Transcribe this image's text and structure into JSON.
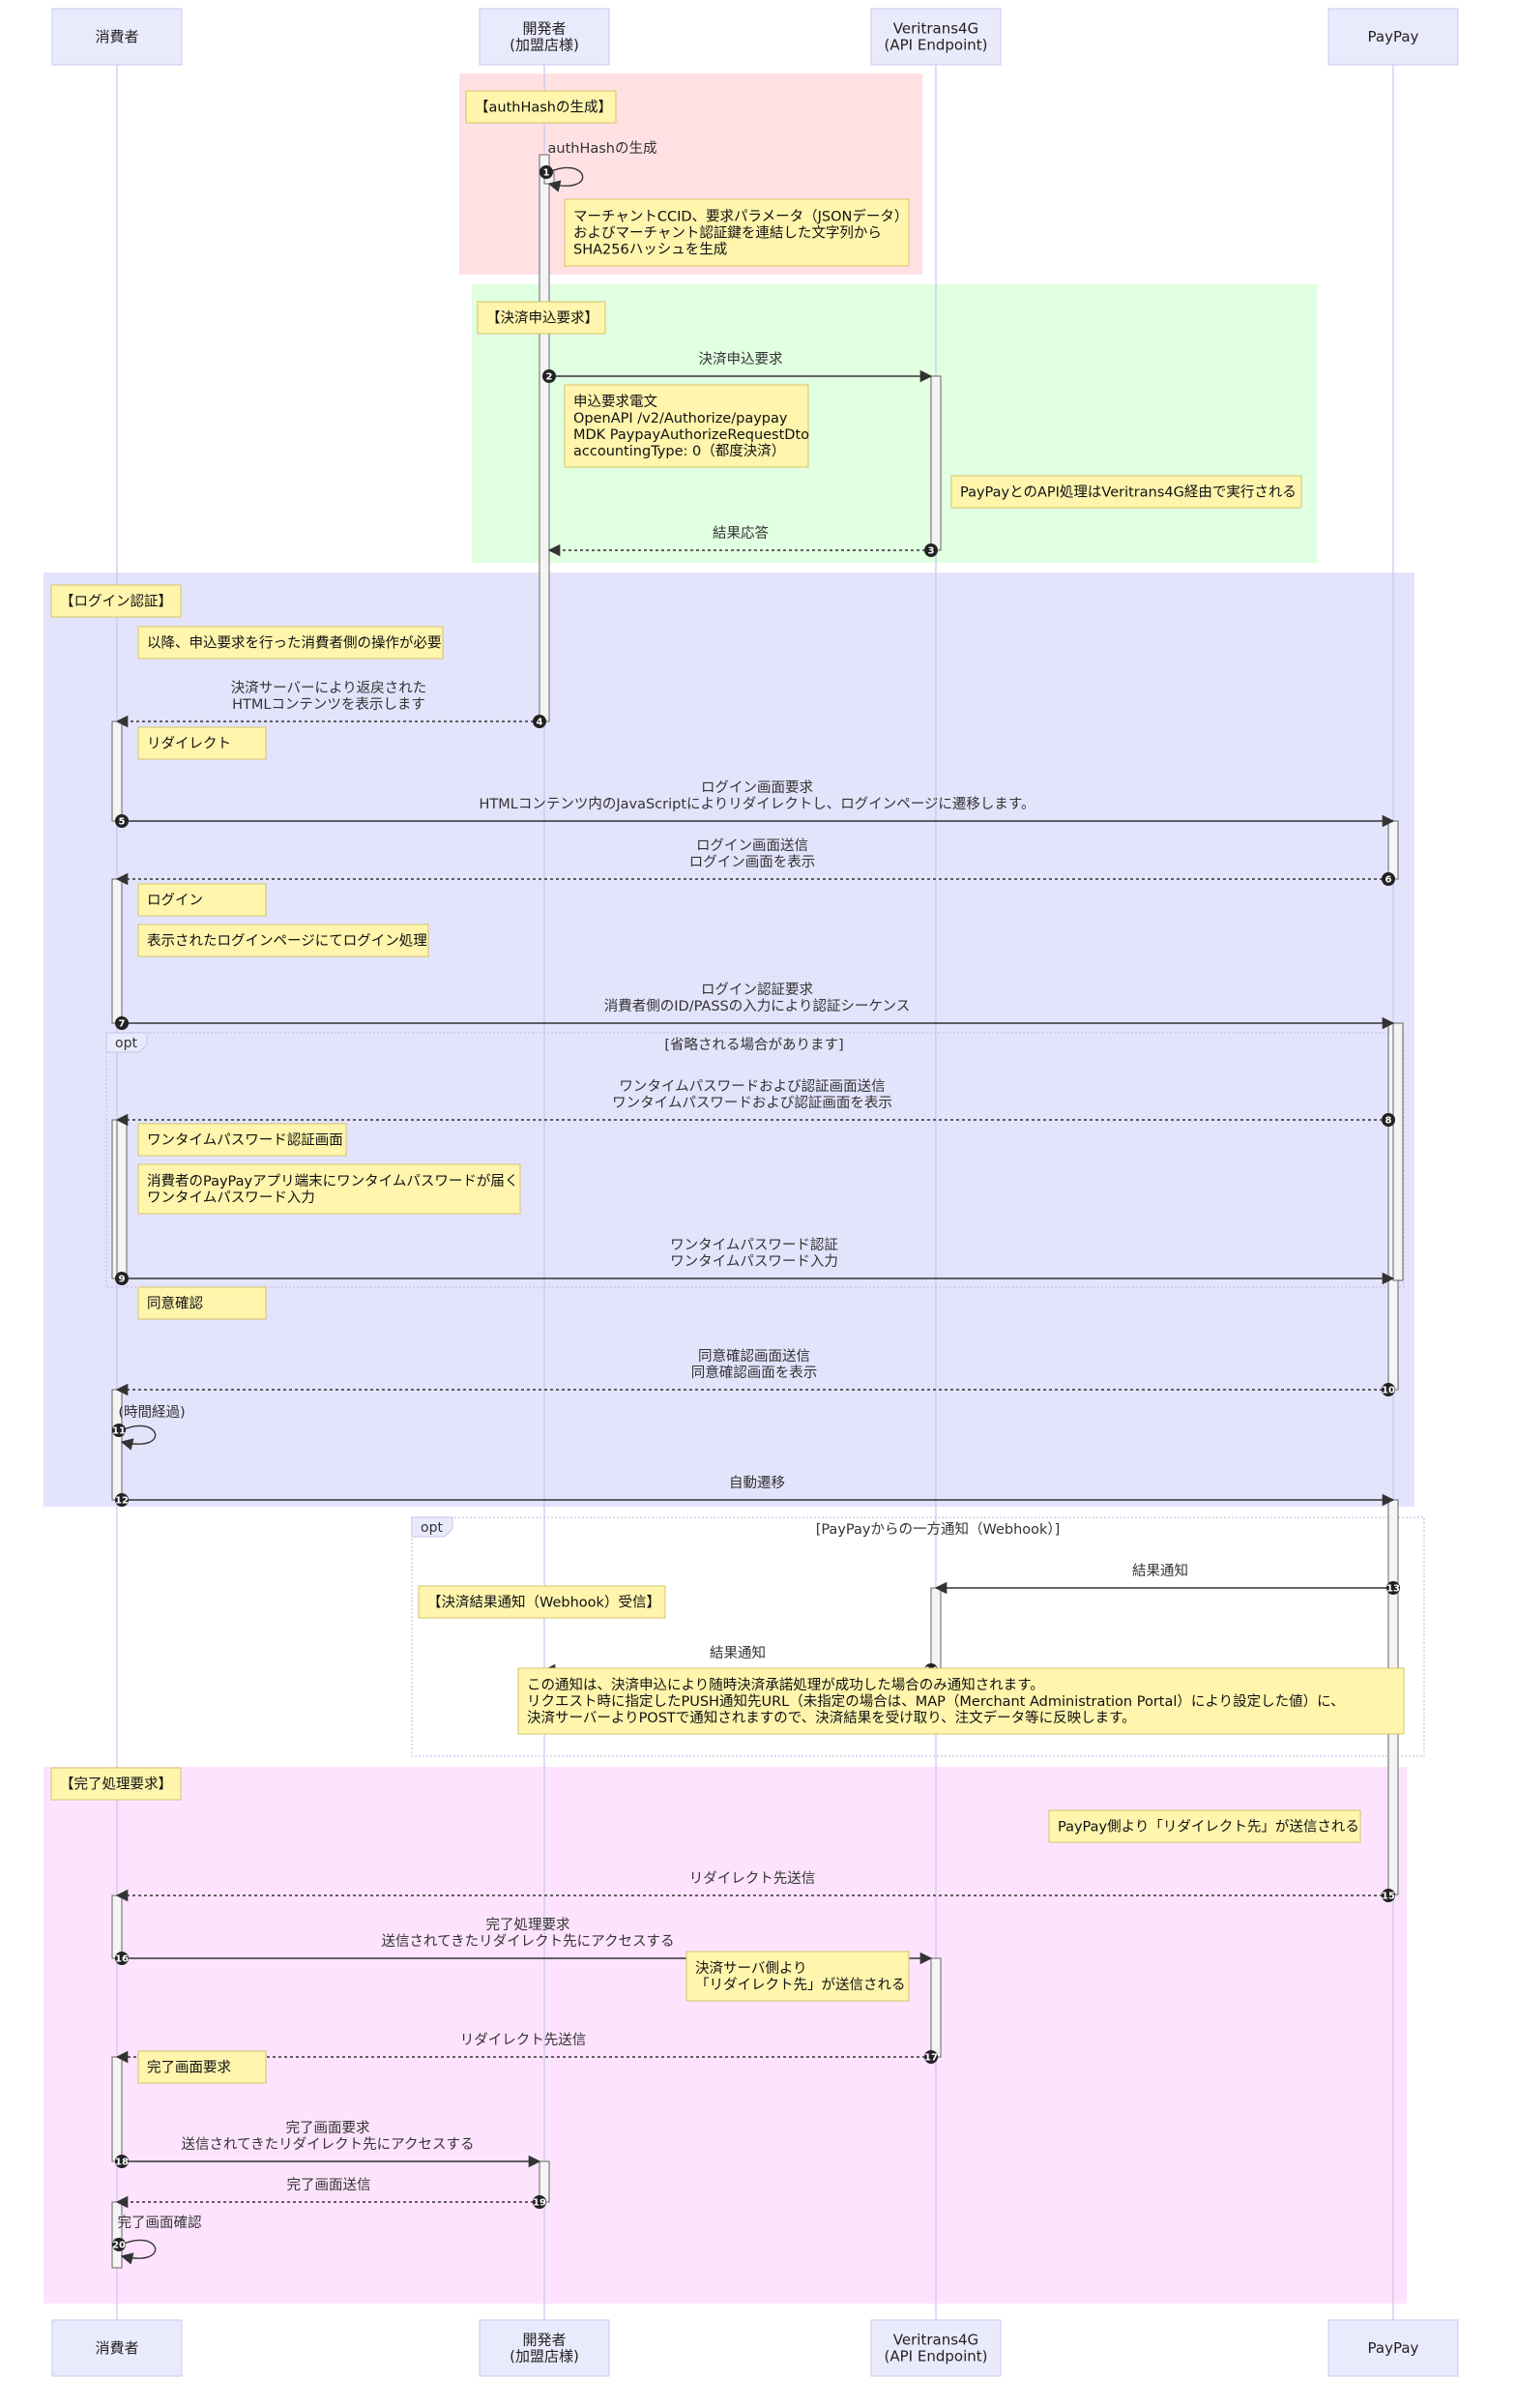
{
  "actors": [
    {
      "id": "consumer",
      "lines": [
        "消費者"
      ]
    },
    {
      "id": "developer",
      "lines": [
        "開発者",
        "(加盟店様)"
      ]
    },
    {
      "id": "veritrans",
      "lines": [
        "Veritrans4G",
        "(API Endpoint)"
      ]
    },
    {
      "id": "paypay",
      "lines": [
        "PayPay"
      ]
    }
  ],
  "colors": {
    "rect_auth": "#ffe1e4",
    "rect_request": "#e1ffe1",
    "rect_login": "#e3e3fc",
    "rect_complete": "#fde3fd"
  },
  "notes": [
    {
      "id": "n1",
      "lines": [
        "【authHashの生成】"
      ]
    },
    {
      "id": "n2",
      "lines": [
        "マーチャントCCID、要求パラメータ（JSONデータ）",
        "およびマーチャント認証鍵を連結した文字列から",
        "SHA256ハッシュを生成"
      ]
    },
    {
      "id": "n3",
      "lines": [
        "【決済申込要求】"
      ]
    },
    {
      "id": "n4",
      "lines": [
        "申込要求電文",
        "OpenAPI /v2/Authorize/paypay",
        "MDK PaypayAuthorizeRequestDto",
        "accountingType: 0（都度決済）"
      ]
    },
    {
      "id": "n5",
      "lines": [
        "PayPayとのAPI処理はVeritrans4G経由で実行される"
      ]
    },
    {
      "id": "n6",
      "lines": [
        "【ログイン認証】"
      ]
    },
    {
      "id": "n7",
      "lines": [
        "以降、申込要求を行った消費者側の操作が必要"
      ]
    },
    {
      "id": "n8",
      "lines": [
        "リダイレクト"
      ]
    },
    {
      "id": "n9",
      "lines": [
        "ログイン"
      ]
    },
    {
      "id": "n10",
      "lines": [
        "表示されたログインページにてログイン処理"
      ]
    },
    {
      "id": "n11",
      "lines": [
        "ワンタイムパスワード認証画面"
      ]
    },
    {
      "id": "n12",
      "lines": [
        "消費者のPayPayアプリ端末にワンタイムパスワードが届く",
        "ワンタイムパスワード入力"
      ]
    },
    {
      "id": "n13",
      "lines": [
        "同意確認"
      ]
    },
    {
      "id": "n14",
      "lines": [
        "【決済結果通知（Webhook）受信】"
      ]
    },
    {
      "id": "n15",
      "lines": [
        "この通知は、決済申込により随時決済承諾処理が成功した場合のみ通知されます。",
        "リクエスト時に指定したPUSH通知先URL（未指定の場合は、MAP（Merchant Administration Portal）により設定した値）に、",
        "決済サーバーよりPOSTで通知されますので、決済結果を受け取り、注文データ等に反映します。"
      ]
    },
    {
      "id": "n16",
      "lines": [
        "【完了処理要求】"
      ]
    },
    {
      "id": "n17",
      "lines": [
        "PayPay側より「リダイレクト先」が送信される"
      ]
    },
    {
      "id": "n18",
      "lines": [
        "決済サーバ側より",
        "「リダイレクト先」が送信される"
      ]
    },
    {
      "id": "n19",
      "lines": [
        "完了画面要求"
      ]
    }
  ],
  "messages": [
    {
      "num": "1",
      "lines": [
        "authHashの生成"
      ]
    },
    {
      "num": "2",
      "lines": [
        "決済申込要求"
      ]
    },
    {
      "num": "3",
      "lines": [
        "結果応答"
      ]
    },
    {
      "num": "4",
      "lines": [
        "決済サーバーにより返戻された",
        "HTMLコンテンツを表示します"
      ]
    },
    {
      "num": "5",
      "lines": [
        "ログイン画面要求",
        "HTMLコンテンツ内のJavaScriptによりリダイレクトし、ログインページに遷移します。"
      ]
    },
    {
      "num": "6",
      "lines": [
        "ログイン画面送信",
        "ログイン画面を表示"
      ]
    },
    {
      "num": "7",
      "lines": [
        "ログイン認証要求",
        "消費者側のID/PASSの入力により認証シーケンス"
      ]
    },
    {
      "num": "8",
      "lines": [
        "ワンタイムパスワードおよび認証画面送信",
        "ワンタイムパスワードおよび認証画面を表示"
      ]
    },
    {
      "num": "9",
      "lines": [
        "ワンタイムパスワード認証",
        "ワンタイムパスワード入力"
      ]
    },
    {
      "num": "10",
      "lines": [
        "同意確認画面送信",
        "同意確認画面を表示"
      ]
    },
    {
      "num": "11",
      "lines": [
        "(時間経過)"
      ]
    },
    {
      "num": "12",
      "lines": [
        "自動遷移"
      ]
    },
    {
      "num": "13",
      "lines": [
        "結果通知"
      ]
    },
    {
      "num": "14",
      "lines": [
        "結果通知"
      ]
    },
    {
      "num": "15",
      "lines": [
        "リダイレクト先送信"
      ]
    },
    {
      "num": "16",
      "lines": [
        "完了処理要求",
        "送信されてきたリダイレクト先にアクセスする"
      ]
    },
    {
      "num": "17",
      "lines": [
        "リダイレクト先送信"
      ]
    },
    {
      "num": "18",
      "lines": [
        "完了画面要求",
        "送信されてきたリダイレクト先にアクセスする"
      ]
    },
    {
      "num": "19",
      "lines": [
        "完了画面送信"
      ]
    },
    {
      "num": "20",
      "lines": [
        "完了画面確認"
      ]
    }
  ],
  "opts": [
    {
      "label": "opt",
      "condition": "[省略される場合があります]"
    },
    {
      "label": "opt",
      "condition": "[PayPayからの一方通知（Webhook）]"
    }
  ]
}
